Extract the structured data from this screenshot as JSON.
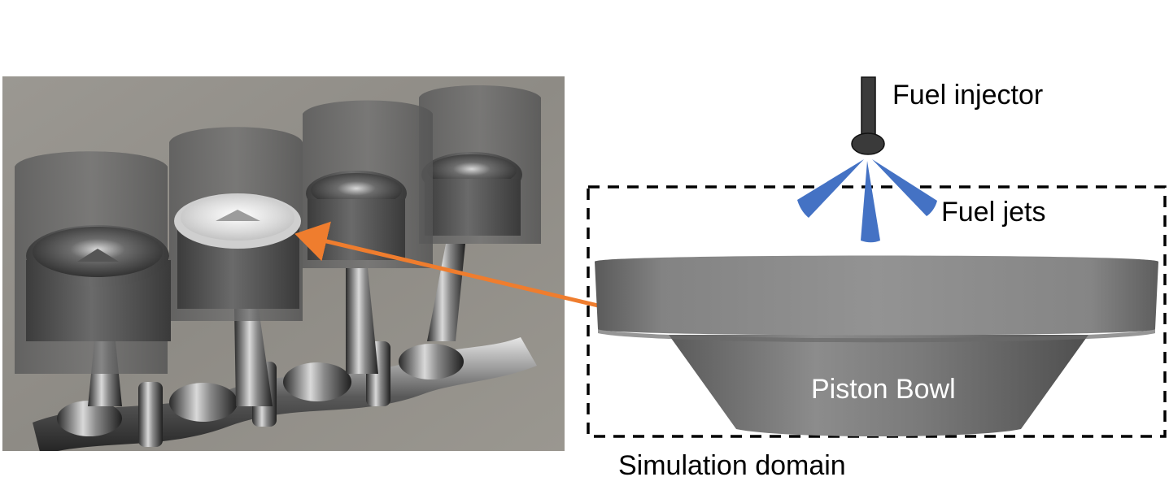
{
  "labels": {
    "fuel_injector": "Fuel injector",
    "fuel_jets": "Fuel jets",
    "piston_bowl": "Piston Bowl",
    "simulation_domain": "Simulation domain"
  },
  "colors": {
    "arrow": "#ef7d2e",
    "jets": "#4472c4",
    "injector": "#3a3a3a",
    "domain_border": "#000000"
  },
  "icons": {
    "engine_render": "engine-pistons-crankshaft-render",
    "injector": "fuel-injector-icon",
    "jets": "fuel-jet-spray-icon",
    "arrow": "pointer-arrow-icon"
  }
}
